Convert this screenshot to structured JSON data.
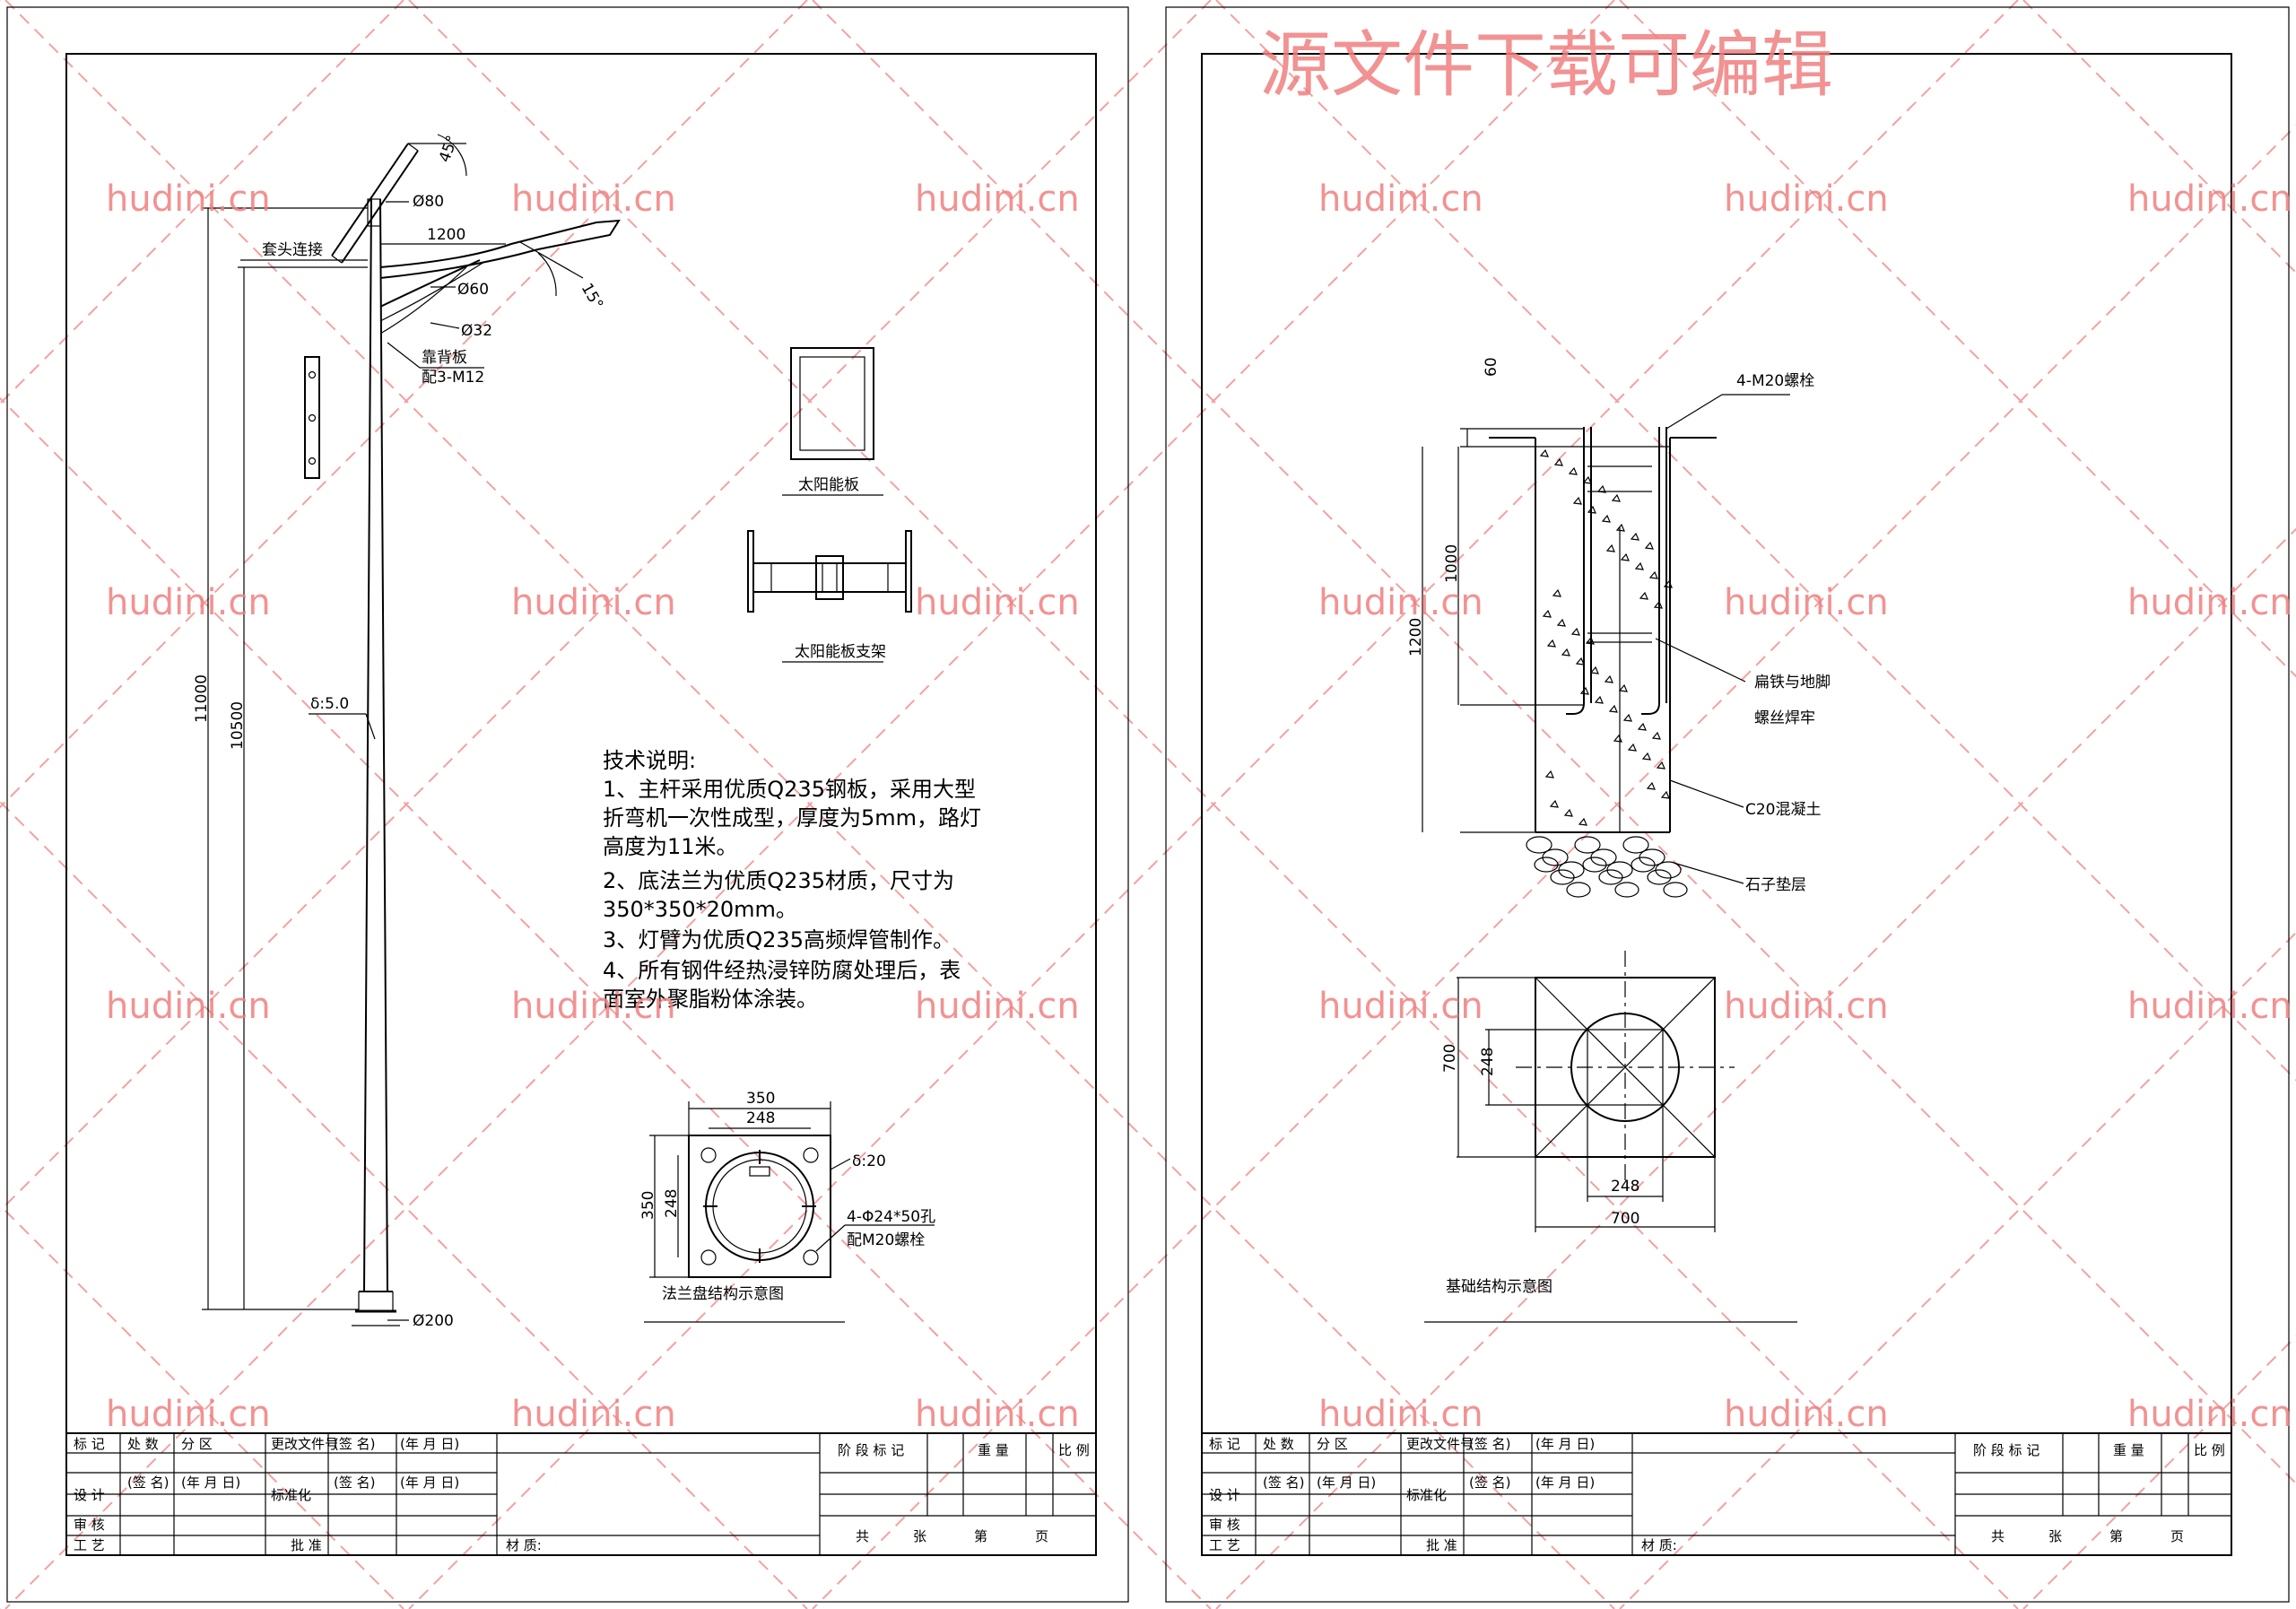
{
  "watermark": {
    "site": "hudini.cn",
    "banner": "源文件下载可编辑"
  },
  "left_sheet": {
    "pole": {
      "angle_panel": "45°",
      "dia_top": "Ø80",
      "arm_length": "1200",
      "sleeve_label": "套头连接",
      "angle_lamp": "15°",
      "dia_arm": "Ø60",
      "dia_brace": "Ø32",
      "backplate_label": "靠背板",
      "backplate_bolt": "配3-M12",
      "total_height": "11000",
      "lamp_height": "10500",
      "wall_thickness": "δ:5.0",
      "dia_base": "Ø200"
    },
    "panel_label": "太阳能板",
    "bracket_label": "太阳能板支架",
    "tech_notes": {
      "title": "技术说明:",
      "lines": [
        "1、主杆采用优质Q235钢板，采用大型",
        "折弯机一次性成型，厚度为5mm，路灯",
        "高度为11米。",
        "2、底法兰为优质Q235材质，尺寸为",
        "350*350*20mm。",
        "3、灯臂为优质Q235高频焊管制作。",
        "4、所有钢件经热浸锌防腐处理后，表",
        "面室外聚脂粉体涂装。"
      ]
    },
    "flange": {
      "outer": "350",
      "inner": "248",
      "outer_v": "350",
      "inner_v": "248",
      "thickness": "δ:20",
      "holes": "4-Φ24*50孔",
      "bolts": "配M20螺栓",
      "title": "法兰盘结构示意图"
    }
  },
  "right_sheet": {
    "section": {
      "bolt_label": "4-M20螺栓",
      "dim_60": "60",
      "dim_1000": "1000",
      "dim_1200": "1200",
      "weld_label_1": "扁铁与地脚",
      "weld_label_2": "螺丝焊牢",
      "concrete_label": "C20混凝土",
      "gravel_label": "石子垫层"
    },
    "plan": {
      "dim_700_v": "700",
      "dim_248_v": "248",
      "dim_248_h": "248",
      "dim_700_h": "700"
    },
    "title": "基础结构示意图"
  },
  "title_block": {
    "row1": [
      "标 记",
      "处 数",
      "分 区",
      "更改文件号",
      "(签 名)",
      "(年 月 日)"
    ],
    "row2": [
      "设 计",
      "(签 名)",
      "(年 月 日)",
      "标准化",
      "(签 名)",
      "(年 月 日)"
    ],
    "review": "审 核",
    "process": "工 艺",
    "approve": "批 准",
    "material": "材 质:",
    "stage": "阶 段 标 记",
    "weight": "重 量",
    "scale": "比 例",
    "total": "共",
    "sheets": "张",
    "page_no": "第",
    "page": "页"
  }
}
